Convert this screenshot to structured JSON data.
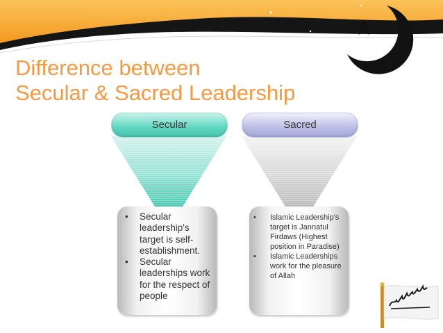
{
  "slide": {
    "title_line1": "Difference between",
    "title_line2": "Secular & Sacred Leadership"
  },
  "columns": [
    {
      "label": "Secular",
      "bullets": [
        "Secular leadership's target is self-establishment.",
        "Secular leaderships work for the respect of people"
      ]
    },
    {
      "label": "Sacred",
      "bullets": [
        "Islamic Leadership's target is Jannatul Firdaws (Highest position in Paradise)",
        "Islamic Leaderships work for the pleasure of Allah"
      ]
    }
  ],
  "colors": {
    "title": "#F39A45",
    "banner_orange": "#F6A623",
    "banner_dark": "#1a1a1a",
    "secular_accent": "#4ac7b0",
    "sacred_accent": "#a9aadc"
  },
  "icons": [
    "crescent-star-icon",
    "flag-icon"
  ]
}
